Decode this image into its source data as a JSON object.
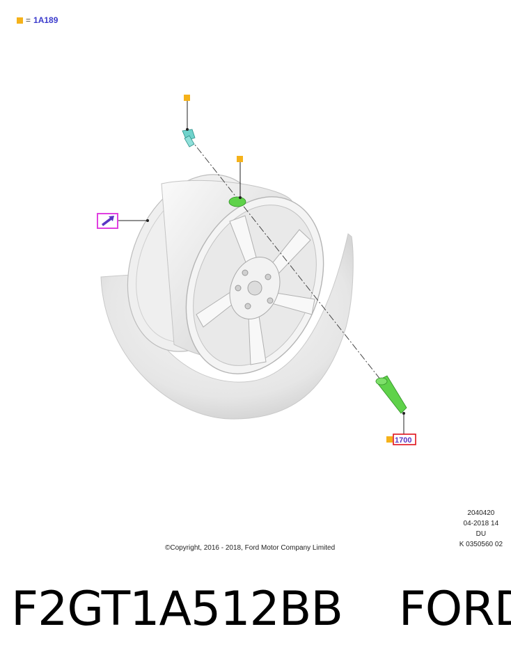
{
  "legend": {
    "equals": "=",
    "ref_code": "1A189",
    "marker_color": "#f5b21a"
  },
  "diagram": {
    "callout_part": "1700",
    "callout_part_box_color": "#e0101a",
    "link_icon_box_color": "#e040e0",
    "valve_color": "#5fd24a",
    "stem_color": "#6fd3cc",
    "icons": [
      "wheel-with-tire",
      "tpms-valve-stem",
      "valve-cap",
      "link-arrow-icon"
    ]
  },
  "meta": {
    "line1": "2040420",
    "line2": "04-2018 14",
    "line3": "DU",
    "line4": "K 0350560 02"
  },
  "copyright": "©Copyright, 2016 - 2018, Ford Motor Company Limited",
  "footer": {
    "part_number": "F2GT1A512BB",
    "brand": "FORD"
  }
}
